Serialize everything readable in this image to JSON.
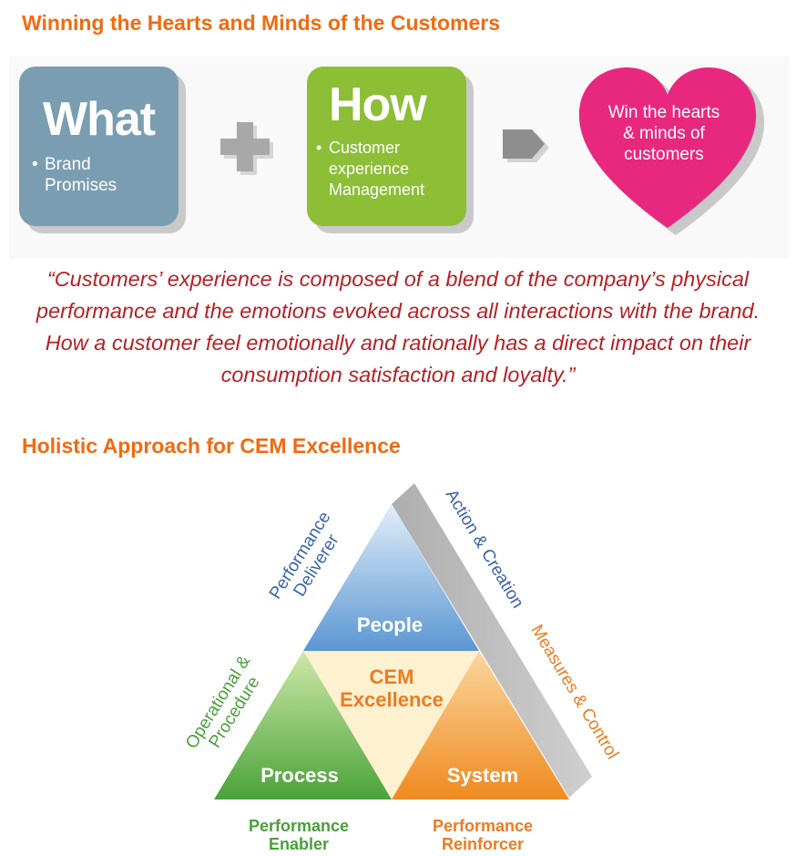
{
  "title": "Winning the Hearts and Minds of the Customers",
  "what_card": {
    "title": "What",
    "bullet_lines": [
      "Brand",
      "Promises"
    ]
  },
  "how_card": {
    "title": "How",
    "bullet_lines": [
      "Customer",
      "experience",
      "Management"
    ]
  },
  "heart": {
    "lines": [
      "Win the hearts",
      "& minds of",
      "customers"
    ]
  },
  "quote": "“Customers’ experience is composed of a blend of the company’s physical performance and the emotions evoked across all interactions with the brand. How a customer feel emotionally and rationally has a direct impact on their consumption satisfaction and loyalty.”",
  "section_title": "Holistic Approach for CEM Excellence",
  "pyramid": {
    "top": "People",
    "center_lines": [
      "CEM",
      "Excellence"
    ],
    "bottom_left": "Process",
    "bottom_right": "System",
    "side_top_left_lines": [
      "Performance",
      "Deliverer"
    ],
    "side_left_lines": [
      "Operational &",
      "Procedure"
    ],
    "bar_upper": "Action & Creation",
    "bar_lower": "Measures & Control",
    "below_left_lines": [
      "Performance",
      "Enabler"
    ],
    "below_right_lines": [
      "Performance",
      "Reinforcer"
    ]
  },
  "colors": {
    "heading": "#f26a10",
    "quote": "#b72025",
    "what_card": "#7a9db1",
    "how_card": "#8cbe36",
    "heart": "#e8287e",
    "people": "#6ea4d8",
    "process": "#5aa53c",
    "system": "#f0902e",
    "center": "#fdf1cf",
    "label_blue": "#3a63a8",
    "label_green": "#4aa03a",
    "label_orange": "#ee7b22"
  }
}
